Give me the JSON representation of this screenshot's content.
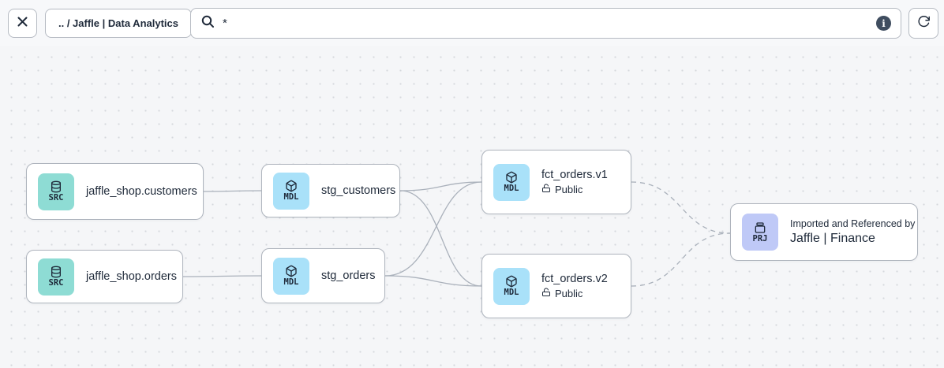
{
  "toolbar": {
    "breadcrumb_label": ".. / Jaffle | Data Analytics",
    "search_value": "*",
    "info_label": "i"
  },
  "nodes": {
    "src_customers": {
      "badge": "SRC",
      "title": "jaffle_shop.customers"
    },
    "src_orders": {
      "badge": "SRC",
      "title": "jaffle_shop.orders"
    },
    "stg_customers": {
      "badge": "MDL",
      "title": "stg_customers"
    },
    "stg_orders": {
      "badge": "MDL",
      "title": "stg_orders"
    },
    "fct_orders_v1": {
      "badge": "MDL",
      "title": "fct_orders.v1",
      "access": "Public"
    },
    "fct_orders_v2": {
      "badge": "MDL",
      "title": "fct_orders.v2",
      "access": "Public"
    },
    "project": {
      "badge": "PRJ",
      "subtitle": "Imported and Referenced by",
      "title": "Jaffle | Finance"
    }
  },
  "colors": {
    "source_badge_bg": "#8edcd4",
    "model_badge_bg": "#a9e1f9",
    "project_badge_bg": "#bfc9f7",
    "edge": "#aab1bb",
    "text": "#1e2939",
    "canvas_bg": "#f5f6f8",
    "info_icon_bg": "#3f4d5f"
  }
}
